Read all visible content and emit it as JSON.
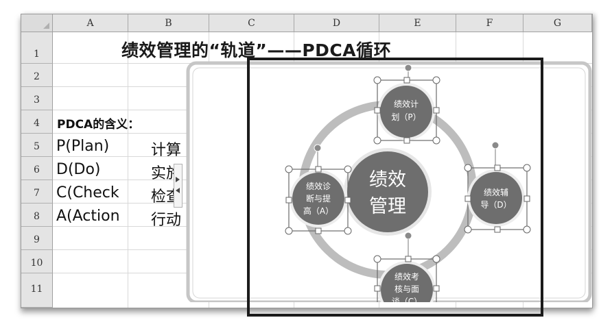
{
  "columns": [
    "A",
    "B",
    "C",
    "D",
    "E",
    "F",
    "G"
  ],
  "rows": [
    "1",
    "2",
    "3",
    "4",
    "5",
    "6",
    "7",
    "8",
    "9",
    "10",
    "11"
  ],
  "sheet": {
    "title": "绩效管理的“轨道”——PDCA循环",
    "meaning_label": "PDCA的含义：",
    "items": [
      {
        "a": "P(Plan)",
        "b": "计算"
      },
      {
        "a": "D(Do)",
        "b": "实施"
      },
      {
        "a": "C(Check",
        "b": "检查"
      },
      {
        "a": "A(Action",
        "b": "行动"
      }
    ]
  },
  "diagram": {
    "center": [
      "绩效",
      "管理"
    ],
    "nodes": {
      "plan": [
        "绩效计",
        "划（P）"
      ],
      "do": [
        "绩效辅",
        "导（D）"
      ],
      "check": [
        "绩效考",
        "核与面",
        "谈（C）"
      ],
      "act": [
        "绩效诊",
        "断与提",
        "高（A）"
      ]
    }
  },
  "colors": {
    "node_fill": "#6e6e6e",
    "ring": "#bdbdbd",
    "frame": "#1b1b1b",
    "header_bg": "#e4e4e4"
  }
}
